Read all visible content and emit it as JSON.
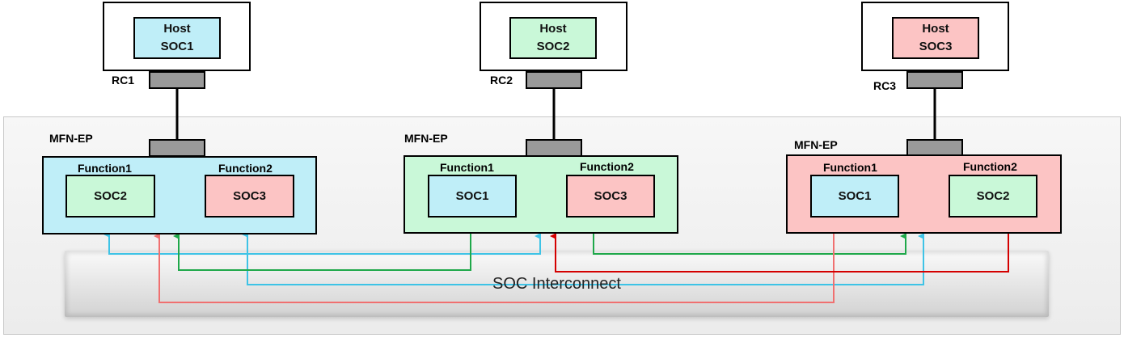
{
  "hosts": [
    {
      "host_label": "Host",
      "soc_label": "SOC1",
      "rc_label": "RC1",
      "color": "#bfeef8"
    },
    {
      "host_label": "Host",
      "soc_label": "SOC2",
      "rc_label": "RC2",
      "color": "#c9f8d8"
    },
    {
      "host_label": "Host",
      "soc_label": "SOC3",
      "rc_label": "RC3",
      "color": "#fcc4c4"
    }
  ],
  "endpoints": [
    {
      "label": "MFN-EP",
      "color": "#bfeef8",
      "functions": [
        {
          "label": "Function1",
          "soc": "SOC2",
          "color": "#c9f8d8"
        },
        {
          "label": "Function2",
          "soc": "SOC3",
          "color": "#fcc4c4"
        }
      ]
    },
    {
      "label": "MFN-EP",
      "color": "#c9f8d8",
      "functions": [
        {
          "label": "Function1",
          "soc": "SOC1",
          "color": "#bfeef8"
        },
        {
          "label": "Function2",
          "soc": "SOC3",
          "color": "#fcc4c4"
        }
      ]
    },
    {
      "label": "MFN-EP",
      "color": "#fcc4c4",
      "functions": [
        {
          "label": "Function1",
          "soc": "SOC1",
          "color": "#bfeef8"
        },
        {
          "label": "Function2",
          "soc": "SOC2",
          "color": "#c9f8d8"
        }
      ]
    }
  ],
  "interconnect": {
    "label": "SOC Interconnect"
  },
  "colors": {
    "soc1_link": "#3ec3e6",
    "soc2_link": "#1fa84a",
    "soc3_link_light": "#f07070",
    "soc3_link_dark": "#d40000"
  }
}
